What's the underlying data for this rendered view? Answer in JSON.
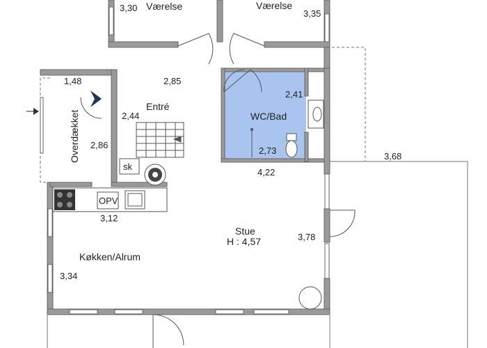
{
  "rooms": {
    "vaerelse_left": "Værelse",
    "vaerelse_right": "Værelse",
    "entre": "Entré",
    "wc_bad": "WC/Bad",
    "overdaekket": "Overdækket",
    "stue": "Stue",
    "stue_height": "H : 4,57",
    "kokken": "Køkken/Alrum",
    "sk": "sk",
    "opv": "OPV"
  },
  "dimensions": {
    "d330": "3,30",
    "d335": "3,35",
    "d148": "1,48",
    "d285": "2,85",
    "d241": "2,41",
    "d244": "2,44",
    "d286": "2,86",
    "d273": "2,73",
    "d422": "4,22",
    "d368": "3,68",
    "d312": "3,12",
    "d378": "3,78",
    "d334": "3,34"
  },
  "colors": {
    "wall": "#8a8a8a",
    "bathroom": "#a9c4ee",
    "line": "#555555",
    "arrow": "#1f3550"
  }
}
